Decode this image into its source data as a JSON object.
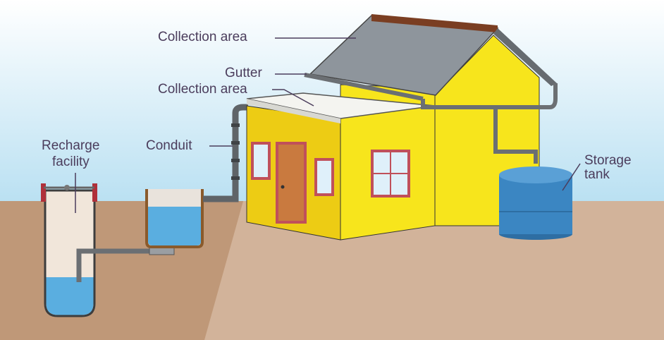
{
  "labels": {
    "roof_collection": "Collection area",
    "gutter": "Gutter",
    "flat_collection": "Collection area",
    "conduit": "Conduit",
    "recharge_line1": "Recharge",
    "recharge_line2": "facility",
    "storage_line1": "Storage",
    "storage_line2": "tank"
  },
  "colors": {
    "label_text": "#4b3d5c",
    "house_yellow": "#f7e51c",
    "water_blue": "#5aaee0",
    "tank_blue": "#3b86c2",
    "ground": "#c9a78a",
    "roof": "#8e959c"
  }
}
